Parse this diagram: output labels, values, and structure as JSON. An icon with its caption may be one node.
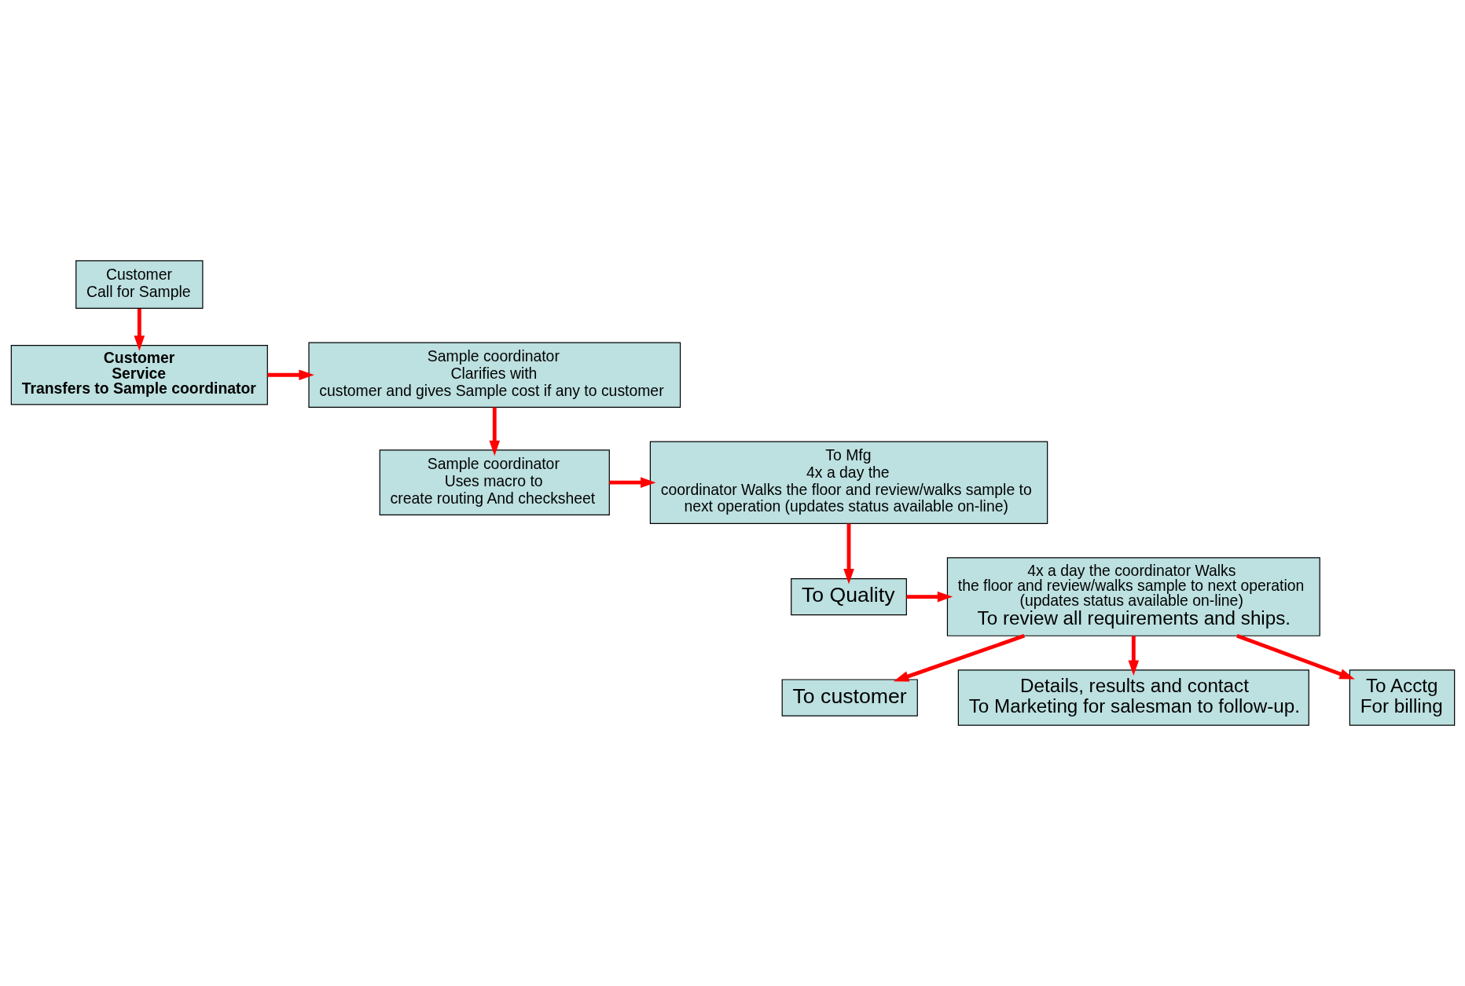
{
  "diagram": {
    "nodes": [
      {
        "text": [
          "Customer Call for Sample"
        ]
      },
      {
        "text": [
          "Customer Service Transfers to Sample coordinator"
        ]
      },
      {
        "text": [
          "Sample coordinator Clarifies with customer and gives Sample cost if any to customer"
        ]
      },
      {
        "text": [
          "Sample coordinator Uses macro to create routing And checksheet"
        ]
      },
      {
        "text": [
          "To Mfg 4x a day the coordinator Walks the floor and review/walks sample to next operation (updates status available on-line)"
        ]
      },
      {
        "text": [
          "To Quality"
        ]
      },
      {
        "text": [
          "4x a day the coordinator Walks the floor and review/walks sample to next operation (updates status available on-line)",
          "To review all requirements and ships."
        ]
      },
      {
        "text": [
          "To customer"
        ]
      },
      {
        "text": [
          "Details, results and contact To Marketing for salesman to follow-up."
        ]
      },
      {
        "text": [
          "To Acctg For billing"
        ]
      }
    ],
    "edges": [
      {
        "from": 0,
        "to": 1,
        "arrow": "to"
      },
      {
        "from": 1,
        "to": 2,
        "arrow": "to"
      },
      {
        "from": 2,
        "to": 3,
        "arrow": "to"
      },
      {
        "from": 3,
        "to": 4,
        "arrow": "to"
      },
      {
        "from": 4,
        "to": 5,
        "arrow": "to"
      },
      {
        "from": 5,
        "to": 6,
        "arrow": "to"
      },
      {
        "from": 6,
        "to": 7,
        "arrow": "to"
      },
      {
        "from": 6,
        "to": 8,
        "arrow": "to"
      },
      {
        "from": 6,
        "to": 9,
        "arrow": "to"
      }
    ]
  }
}
